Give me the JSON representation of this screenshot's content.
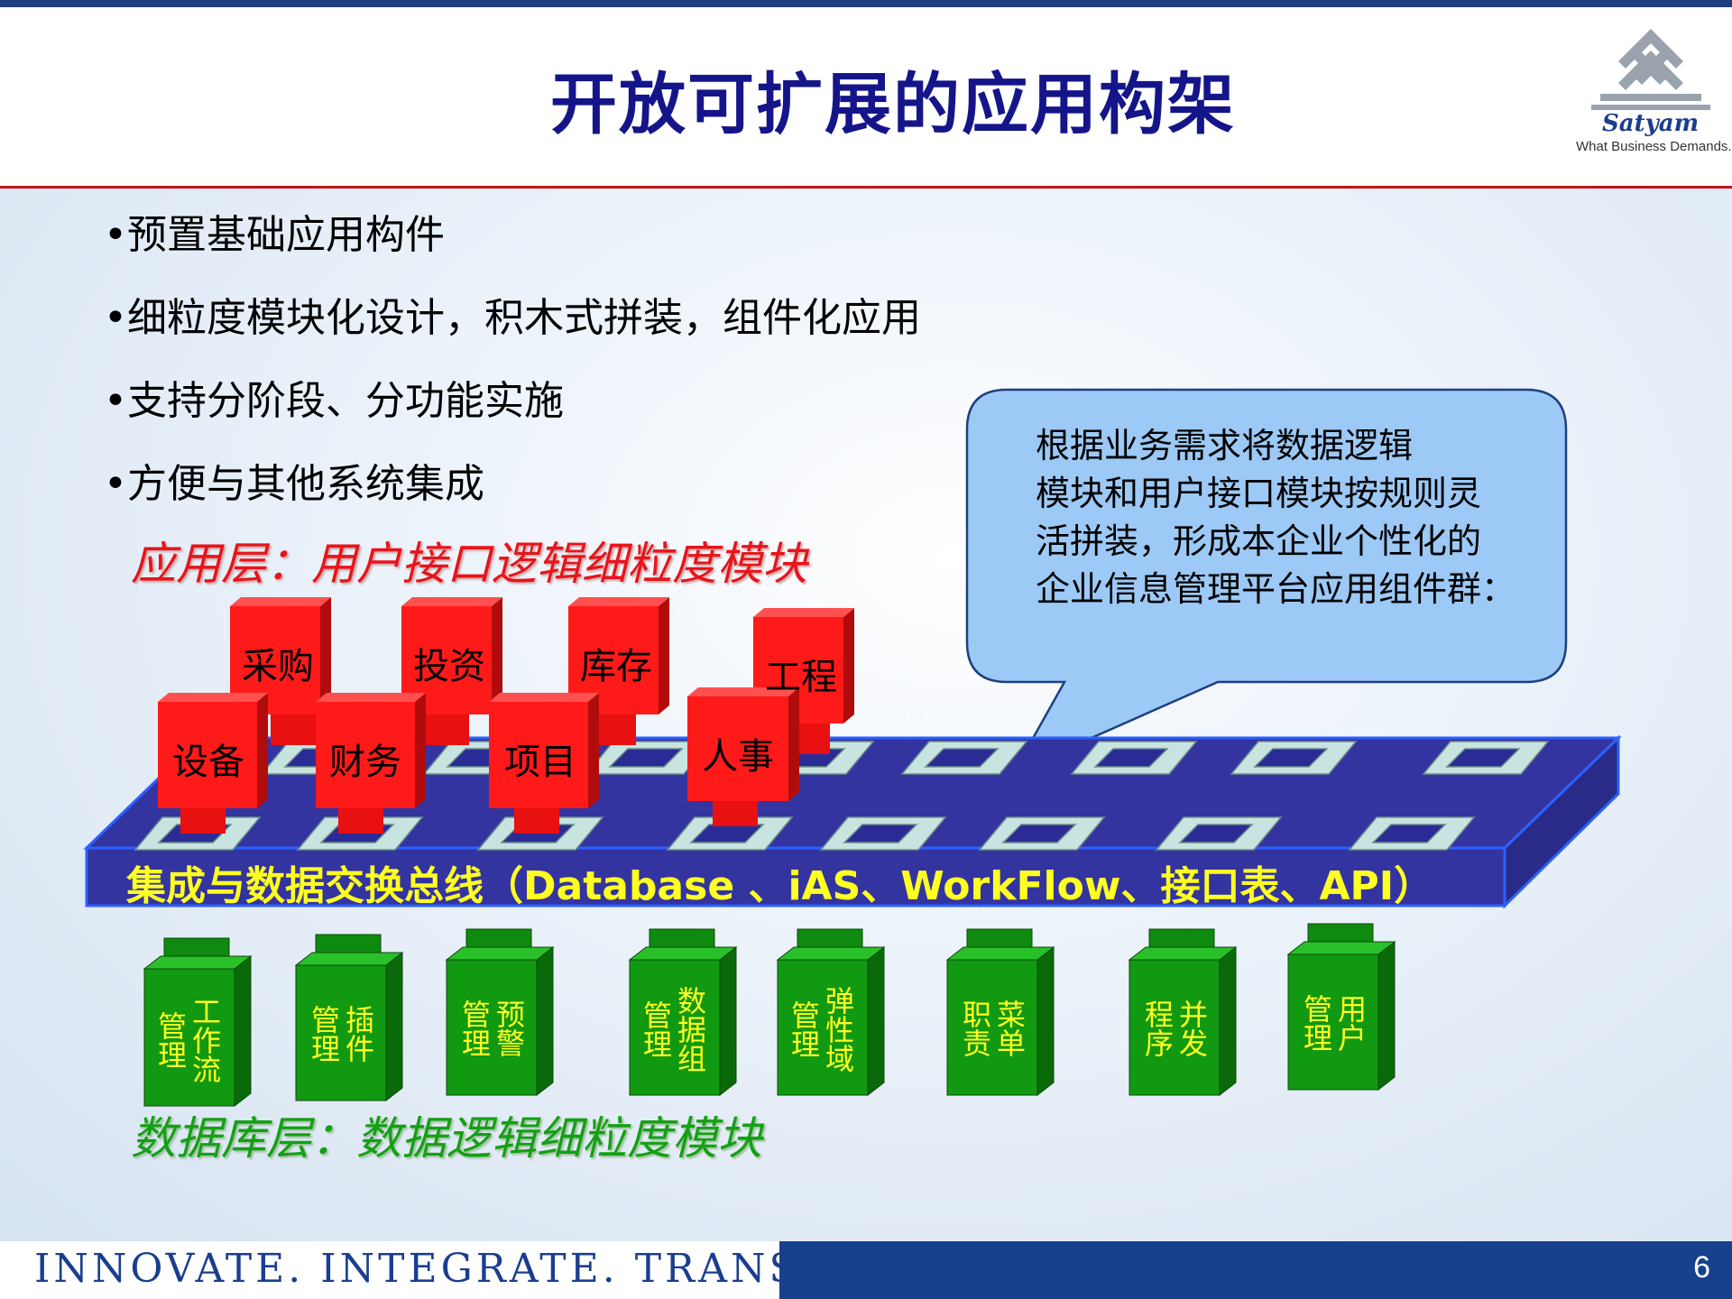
{
  "slide": {
    "title": "开放可扩展的应用构架",
    "logo": {
      "name": "Satyam",
      "tagline": "What Business Demands."
    },
    "bullets": [
      "•预置基础应用构件",
      "•细粒度模块化设计，积木式拼装，组件化应用",
      "•支持分阶段、分功能实施",
      "•方便与其他系统集成"
    ],
    "app_layer_title": "应用层：用户接口逻辑细粒度模块",
    "db_layer_title": "数据库层：数据逻辑细粒度模块",
    "callout": [
      "根据业务需求将数据逻辑",
      "模块和用户接口模块按规则灵",
      "活拼装，形成本企业个性化的",
      "企业信息管理平台应用组件群："
    ],
    "bus_label": "集成与数据交换总线（Database 、iAS、WorkFlow、接口表、API）",
    "ellipsis": "…",
    "app_modules": [
      "采购",
      "投资",
      "库存",
      "工程",
      "设备",
      "财务",
      "项目",
      "人事"
    ],
    "db_modules": [
      "工作流\n管理",
      "插件\n管理",
      "预警\n管理",
      "数据组\n管理",
      "弹性域\n管理",
      "菜单\n职责",
      "并发\n程序",
      "用户\n管理"
    ],
    "footer_slogan": "INNOVATE. INTEGRATE. TRANSFORM.",
    "page_number": "6",
    "colors": {
      "title": "#15158a",
      "app_red": "#e8141b",
      "db_green": "#14a014",
      "bus": "#3434a0",
      "footer": "#17418c"
    }
  }
}
